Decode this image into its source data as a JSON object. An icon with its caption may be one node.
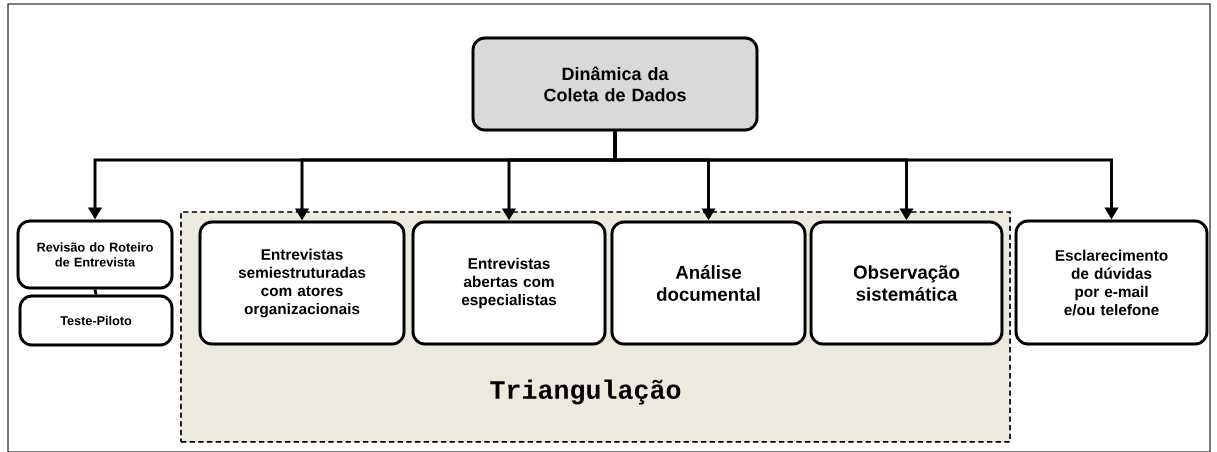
{
  "diagram": {
    "nodes": [
      {
        "text": [
          "Dinâmica da Coleta de Dados"
        ]
      },
      {
        "text": [
          "Revisão do Roteiro de Entrevista"
        ]
      },
      {
        "text": [
          "Teste-Piloto"
        ]
      },
      {
        "text": [
          "Triangulação"
        ]
      },
      {
        "text": [
          "Entrevistas semiestruturadas com atores organizacionais"
        ],
        "in": 3
      },
      {
        "text": [
          "Entrevistas abertas com especialistas"
        ],
        "in": 3
      },
      {
        "text": [
          "Análise documental"
        ],
        "in": 3
      },
      {
        "text": [
          "Observação sistemática"
        ],
        "in": 3
      },
      {
        "text": [
          "Esclarecimento de dúvidas por e-mail e/ou telefone"
        ]
      }
    ],
    "edges": [
      {
        "from": 0,
        "to": 1,
        "arrow": "to"
      },
      {
        "from": 0,
        "to": 4,
        "arrow": "to"
      },
      {
        "from": 0,
        "to": 5,
        "arrow": "to"
      },
      {
        "from": 0,
        "to": 6,
        "arrow": "to"
      },
      {
        "from": 0,
        "to": 7,
        "arrow": "to"
      },
      {
        "from": 0,
        "to": 8,
        "arrow": "to"
      },
      {
        "from": 1,
        "to": 2,
        "arrow": "none"
      }
    ]
  }
}
